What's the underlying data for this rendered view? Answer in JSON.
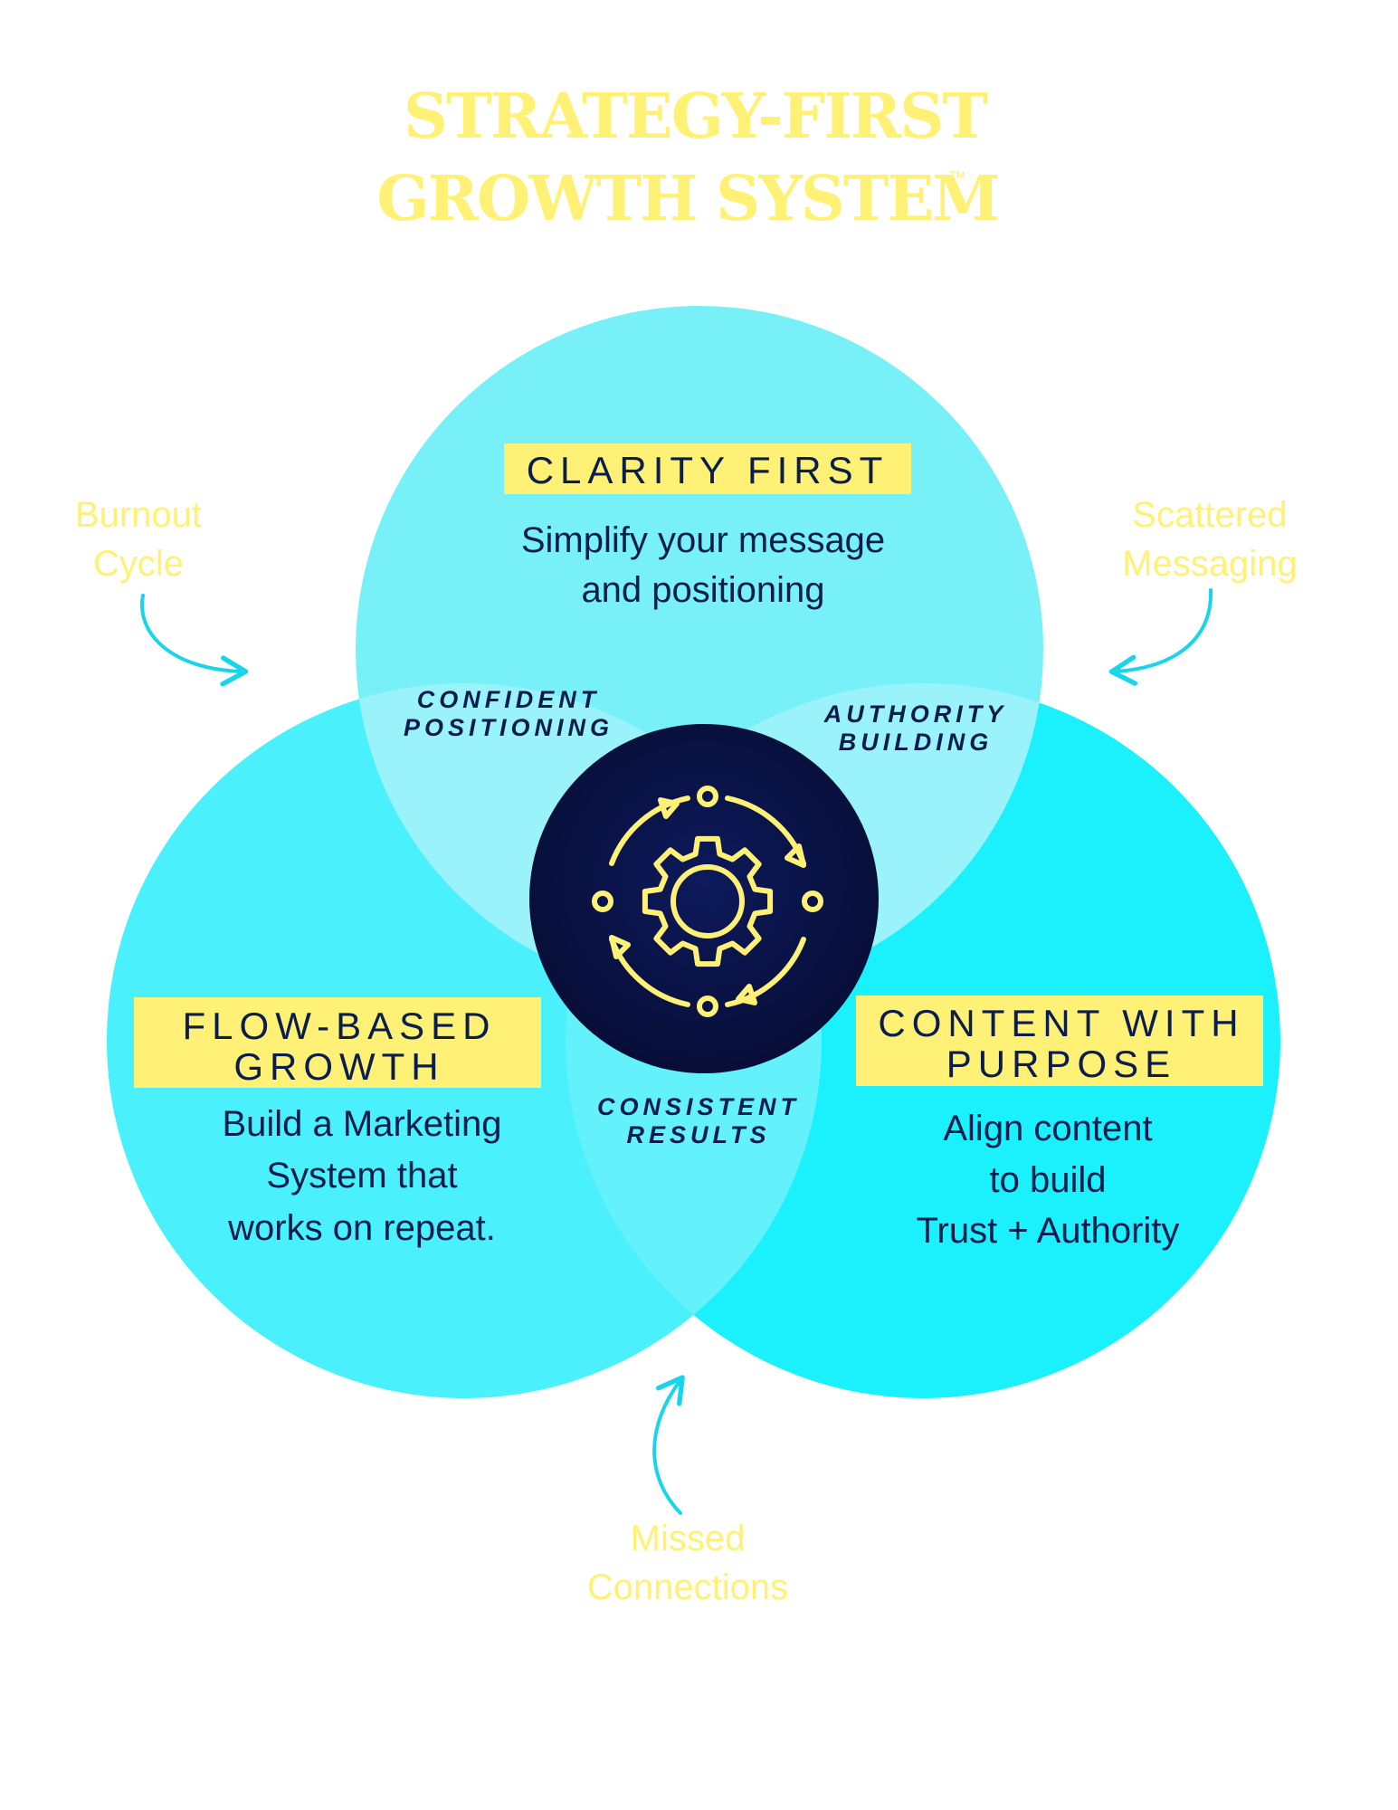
{
  "title": {
    "line1": "STRATEGY-FIRST",
    "line2": "GROWTH SYSTEM",
    "trademark": "™"
  },
  "circles": {
    "top": {
      "label": "CLARITY FIRST",
      "body": [
        "Simplify your message",
        "and positioning"
      ]
    },
    "left": {
      "label": [
        "FLOW-BASED",
        "GROWTH"
      ],
      "body": [
        "Build a Marketing",
        "System that",
        "works on repeat."
      ]
    },
    "right": {
      "label": [
        "CONTENT WITH",
        "PURPOSE"
      ],
      "body": [
        "Align content",
        "to build",
        "Trust + Authority"
      ]
    }
  },
  "intersections": {
    "top_left": [
      "CONFIDENT",
      "POSITIONING"
    ],
    "top_right": [
      "AUTHORITY",
      "BUILDING"
    ],
    "bottom": [
      "CONSISTENT",
      "RESULTS"
    ]
  },
  "pain_points": {
    "left": [
      "Burnout",
      "Cycle"
    ],
    "right": [
      "Scattered",
      "Messaging"
    ],
    "bottom": [
      "Missed",
      "Connections"
    ]
  },
  "center_icon": "gear-cycle-icon",
  "colors": {
    "title_yellow": "#fff176",
    "label_yellow": "#fff176",
    "navy": "#0b1650",
    "text_navy": "#0b1d4d",
    "arrow_cyan": "#1ad4ec",
    "circle_top": "#78f0f8",
    "circle_left": "#4af0fb",
    "circle_right": "#1bf0fd"
  }
}
